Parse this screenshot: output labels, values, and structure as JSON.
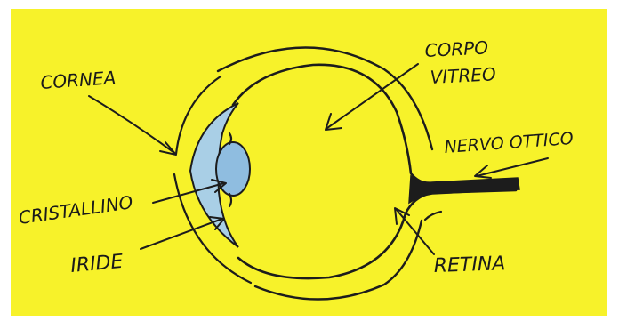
{
  "labels": {
    "cornea": "CORNEA",
    "corpo_line1": "CORPO",
    "corpo_line2": "VITREO",
    "nervo_ottico": "NERVO OTTICO",
    "cristallino": "CRISTALLINO",
    "iride": "IRIDE",
    "retina": "RETINA"
  },
  "colors": {
    "background": "#f7f22a",
    "border": "#ffffff",
    "cornea_fill": "#a9cfe6",
    "lens_fill": "#8fbde0",
    "ink": "#1c1c1c"
  }
}
